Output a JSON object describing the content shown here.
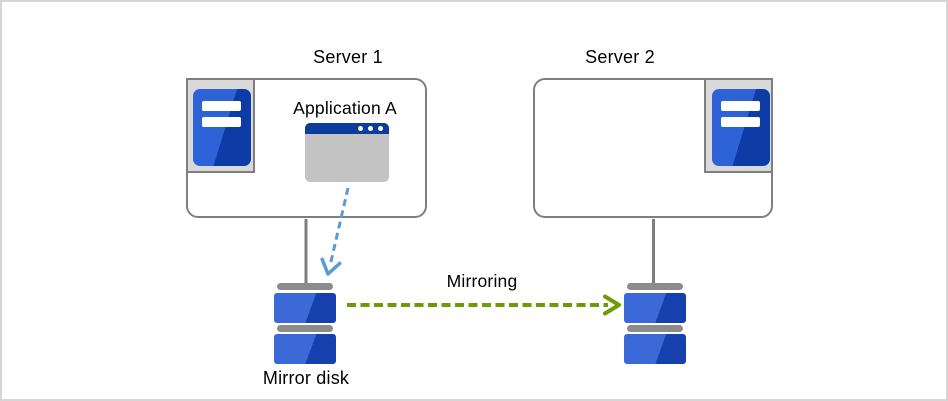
{
  "diagram": {
    "server1": {
      "label": "Server 1",
      "application_label": "Application A"
    },
    "server2": {
      "label": "Server 2"
    },
    "mirroring_label": "Mirroring",
    "mirror_disk_label": "Mirror disk"
  },
  "icons": {
    "server1_icon": "server-tower-icon",
    "server2_icon": "server-tower-icon",
    "application_icon": "app-window-icon",
    "disk1_icon": "disk-stack-icon",
    "disk2_icon": "disk-stack-icon",
    "app_to_disk_arrow": "blue-dashed-arrow",
    "mirroring_arrow": "green-dashed-arrow"
  },
  "colors": {
    "box_border_gray": "#7f7f7f",
    "icon_panel_gray": "#d9d9d9",
    "server_blue_light": "#2e63d8",
    "server_blue_dark": "#0e3ca6",
    "disk_blue_light": "#3b6ad8",
    "disk_blue_dark": "#1540ae",
    "disk_cap_gray": "#8c8c8c",
    "app_titlebar_blue": "#0c3c9c",
    "app_body_gray": "#c3c3c3",
    "arrow_blue": "#5b9bd5",
    "arrow_green": "#6d9b07",
    "frame_border": "#d6d6d6",
    "text_color": "#000000"
  }
}
